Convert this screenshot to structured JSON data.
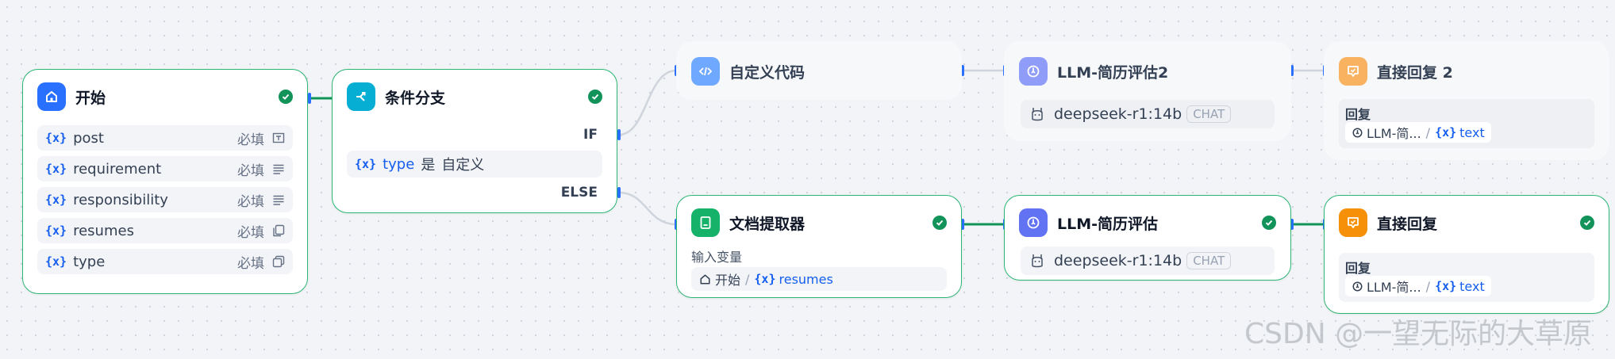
{
  "colors": {
    "success": "#12935a",
    "node_border": "#2bb673",
    "variable": "#155eef",
    "start_icon": "#2970ff",
    "branch_icon": "#06aed4",
    "code_icon": "#6fa8ff",
    "llm_icon": "#6172f3",
    "llm_dim_icon": "#8f9cf8",
    "extractor_icon": "#17b26a",
    "reply_icon": "#f79009",
    "reply_dim_icon": "#f9b360"
  },
  "start_node": {
    "title": "开始",
    "icon": "home-icon",
    "variables": [
      {
        "name": "post",
        "required": "必填",
        "icon": "text-input-icon"
      },
      {
        "name": "requirement",
        "required": "必填",
        "icon": "paragraph-icon"
      },
      {
        "name": "responsibility",
        "required": "必填",
        "icon": "paragraph-icon"
      },
      {
        "name": "resumes",
        "required": "必填",
        "icon": "file-list-icon"
      },
      {
        "name": "type",
        "required": "必填",
        "icon": "select-icon"
      }
    ]
  },
  "branch_node": {
    "title": "条件分支",
    "if_label": "IF",
    "condition": {
      "var": "type",
      "op": "是",
      "value": "自定义"
    },
    "else_label": "ELSE"
  },
  "code_node": {
    "title": "自定义代码"
  },
  "llm2_node": {
    "title": "LLM-简历评估2",
    "model": "deepseek-r1:14b",
    "mode": "CHAT"
  },
  "reply2_node": {
    "title": "直接回复 2",
    "label": "回复",
    "source": "LLM-简...",
    "var": "text"
  },
  "extractor_node": {
    "title": "文档提取器",
    "label": "输入变量",
    "source": "开始",
    "var": "resumes"
  },
  "llm_node": {
    "title": "LLM-简历评估",
    "model": "deepseek-r1:14b",
    "mode": "CHAT"
  },
  "reply_node": {
    "title": "直接回复",
    "label": "回复",
    "source": "LLM-简...",
    "var": "text"
  },
  "watermark": "CSDN @一望无际的大草原",
  "var_prefix": "{x}"
}
